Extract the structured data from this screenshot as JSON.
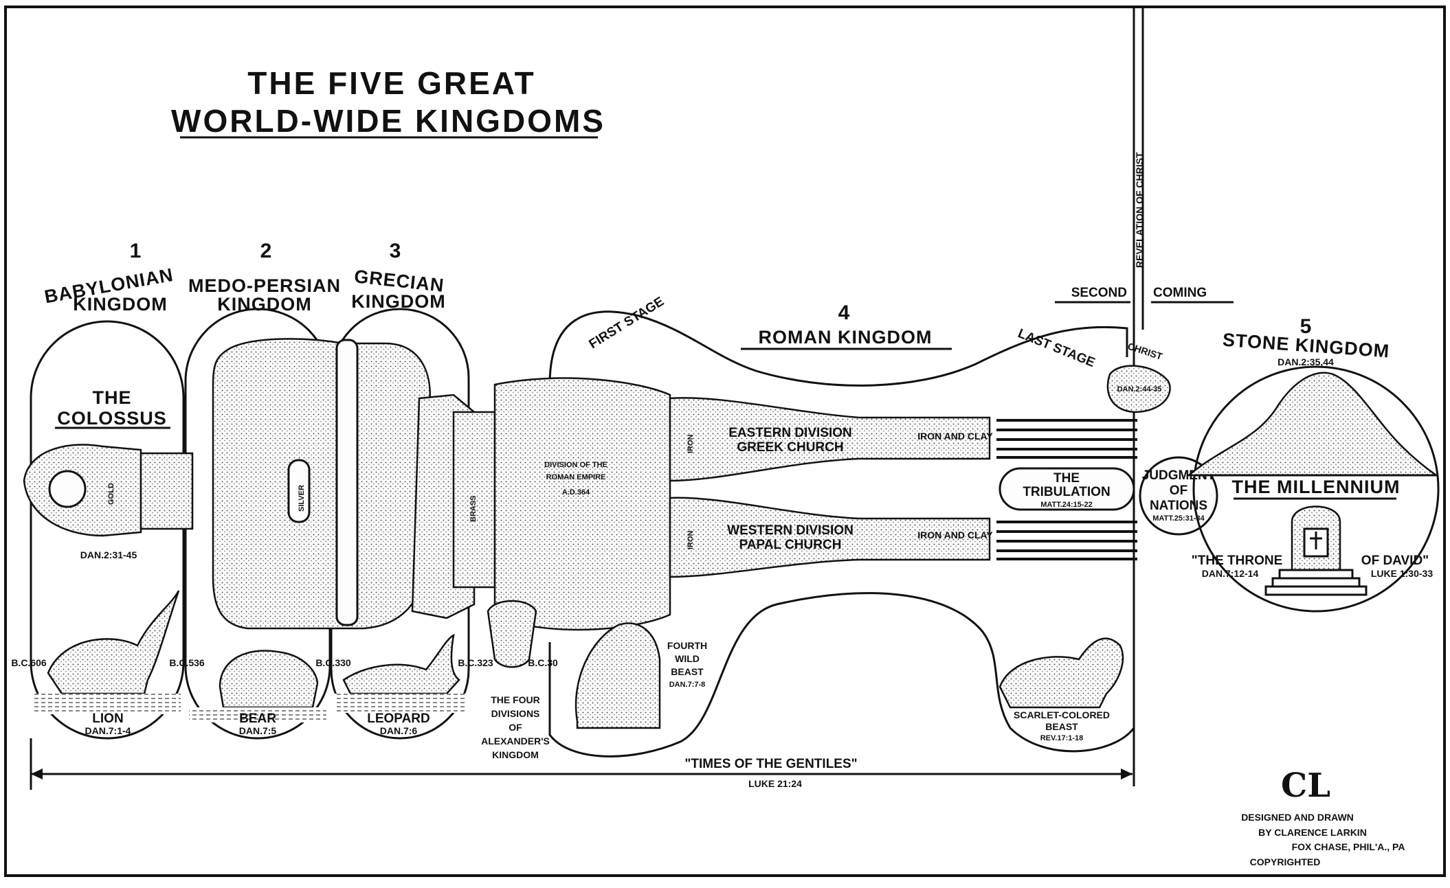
{
  "title": {
    "line1": "THE FIVE GREAT",
    "line2": "WORLD-WIDE KINGDOMS"
  },
  "kingdoms": [
    {
      "number": "1",
      "line1": "BABYLONIAN",
      "line2": "KINGDOM"
    },
    {
      "number": "2",
      "line1": "MEDO-PERSIAN",
      "line2": "KINGDOM"
    },
    {
      "number": "3",
      "line1": "GRECIAN",
      "line2": "KINGDOM"
    },
    {
      "number": "4",
      "name": "ROMAN KINGDOM",
      "first_stage": "FIRST STAGE",
      "last_stage": "LAST STAGE"
    },
    {
      "number": "5",
      "name": "STONE KINGDOM",
      "ref": "DAN.2:35,44"
    }
  ],
  "colossus": {
    "line1": "THE",
    "line2": "COLOSSUS",
    "ref": "DAN.2:31-45"
  },
  "metals": {
    "gold": "GOLD",
    "silver": "SILVER",
    "brass": "BRASS",
    "iron": "IRON",
    "iron_clay": "IRON AND CLAY"
  },
  "roman": {
    "eastern": {
      "line1": "EASTERN DIVISION",
      "line2": "GREEK CHURCH"
    },
    "western": {
      "line1": "WESTERN DIVISION",
      "line2": "PAPAL CHURCH"
    },
    "division": {
      "line1": "DIVISION OF THE",
      "line2": "ROMAN EMPIRE",
      "line3": "A.D.364"
    }
  },
  "second_coming": {
    "left": "SECOND",
    "right": "COMING",
    "vertical": "REVELATION OF CHRIST",
    "christ": "CHRIST",
    "stone_ref": "DAN.2:44-35"
  },
  "tribulation": {
    "line1": "THE",
    "line2": "TRIBULATION",
    "ref": "MATT.24:15-22"
  },
  "judgment": {
    "line1": "JUDGMENT",
    "line2": "OF",
    "line3": "NATIONS",
    "ref": "MATT.25:31-34"
  },
  "millennium": {
    "title": "THE MILLENNIUM",
    "throne_left": "\"THE THRONE",
    "throne_right": "OF DAVID\"",
    "ref_left": "DAN.7:12-14",
    "ref_right": "LUKE 1:30-33"
  },
  "beasts": [
    {
      "date": "B.C.606",
      "name": "LION",
      "ref": "DAN.7:1-4"
    },
    {
      "date": "B.C.536",
      "name": "BEAR",
      "ref": "DAN.7:5"
    },
    {
      "date": "B.C.330",
      "name": "LEOPARD",
      "ref": "DAN.7:6"
    },
    {
      "date_left": "B.C.323",
      "date_right": "B.C.30",
      "lines": [
        "THE FOUR",
        "DIVISIONS",
        "OF",
        "ALEXANDER'S",
        "KINGDOM"
      ]
    },
    {
      "lines": [
        "FOURTH",
        "WILD",
        "BEAST"
      ],
      "ref": "DAN.7:7-8"
    },
    {
      "lines": [
        "SCARLET-COLORED",
        "BEAST"
      ],
      "ref": "REV.17:1-18"
    }
  ],
  "gentiles": {
    "title": "\"TIMES OF THE GENTILES\"",
    "ref": "LUKE 21:24"
  },
  "credits": {
    "monogram": "CL",
    "line1": "DESIGNED AND DRAWN",
    "line2": "BY CLARENCE LARKIN",
    "line3": "FOX CHASE, PHIL'A., PA",
    "line4": "COPYRIGHTED"
  }
}
